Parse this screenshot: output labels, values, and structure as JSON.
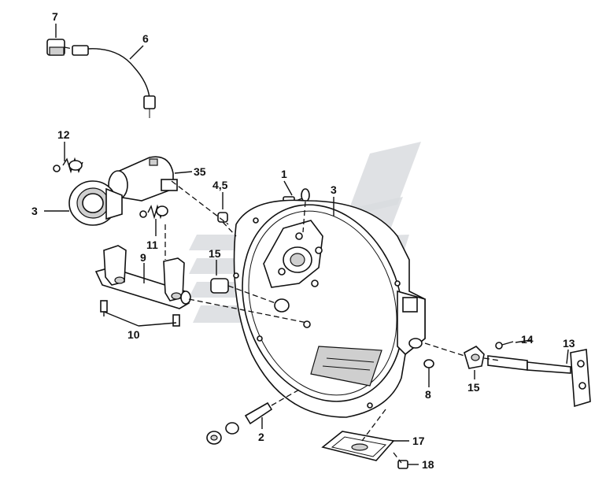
{
  "callouts": [
    {
      "id": "c7",
      "text": "7"
    },
    {
      "id": "c6",
      "text": "6"
    },
    {
      "id": "c12",
      "text": "12"
    },
    {
      "id": "c35",
      "text": "35"
    },
    {
      "id": "c3a",
      "text": "3"
    },
    {
      "id": "c11",
      "text": "11"
    },
    {
      "id": "c9",
      "text": "9"
    },
    {
      "id": "c10",
      "text": "10"
    },
    {
      "id": "c45",
      "text": "4,5"
    },
    {
      "id": "c15a",
      "text": "15"
    },
    {
      "id": "c1",
      "text": "1"
    },
    {
      "id": "c3b",
      "text": "3"
    },
    {
      "id": "c14",
      "text": "14"
    },
    {
      "id": "c13",
      "text": "13"
    },
    {
      "id": "c8",
      "text": "8"
    },
    {
      "id": "c15b",
      "text": "15"
    },
    {
      "id": "c2",
      "text": "2"
    },
    {
      "id": "c17",
      "text": "17"
    },
    {
      "id": "c18",
      "text": "18"
    }
  ],
  "watermark": {
    "color": "#d9dcdf"
  }
}
